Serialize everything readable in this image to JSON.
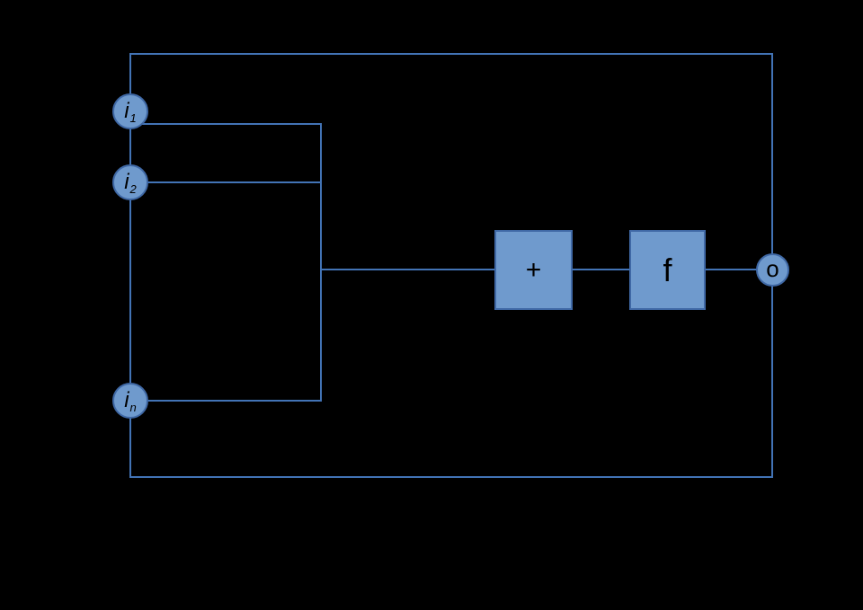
{
  "diagram": {
    "colors": {
      "background": "#000000",
      "wire_color": "#4273B5",
      "shape_fill": "#6F9ACD",
      "shape_border": "#3F68A5",
      "label_color": "#000000"
    },
    "inputs": [
      {
        "base": "i",
        "sub": "1"
      },
      {
        "base": "i",
        "sub": "2"
      },
      {
        "base": "i",
        "sub": "n"
      }
    ],
    "sum_label": "+",
    "function_label": "f",
    "output_label": "o"
  }
}
